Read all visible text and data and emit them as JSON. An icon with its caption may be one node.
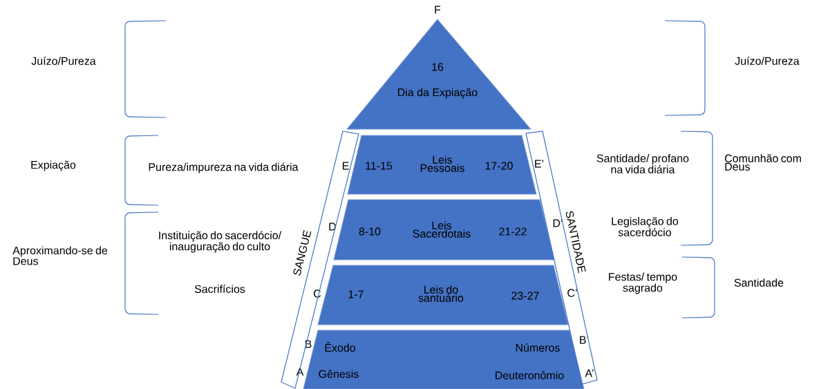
{
  "diagram": {
    "nodes": [
      {
        "text": [
          "16",
          "Dia da Expiação"
        ],
        "beside": [
          "F"
        ]
      },
      {
        "text": [
          "11-15",
          "Leis Pessoais",
          "17-20"
        ],
        "beside": [
          "E",
          "E’"
        ]
      },
      {
        "text": [
          "8-10",
          "Leis Sacerdotais",
          "21-22"
        ],
        "beside": [
          "D",
          "D’"
        ]
      },
      {
        "text": [
          "1-7",
          "Leis do santuário",
          "23-27"
        ],
        "beside": [
          "C",
          "C’"
        ]
      },
      {
        "text": [
          "Êxodo",
          "Números",
          "Gênesis",
          "Deuteronômio"
        ],
        "beside": [
          "B",
          "B’",
          "A",
          "A’"
        ]
      },
      {
        "text": [
          "SANGUE"
        ]
      },
      {
        "text": [
          "SANTIDADE"
        ]
      }
    ],
    "labels": [
      "Juízo/Pureza",
      "Juízo/Pureza",
      "Expiação",
      "Pureza/impureza na vida diária",
      "Santidade/ profano na vida diária",
      "Comunhão com Deus",
      "Legislação do sacerdócio",
      "Aproximando-se de Deus",
      "Instituição do sacerdócio/ inauguração do culto",
      "Sacrifícios",
      "Festas/ tempo sagrado",
      "Santidade"
    ]
  }
}
